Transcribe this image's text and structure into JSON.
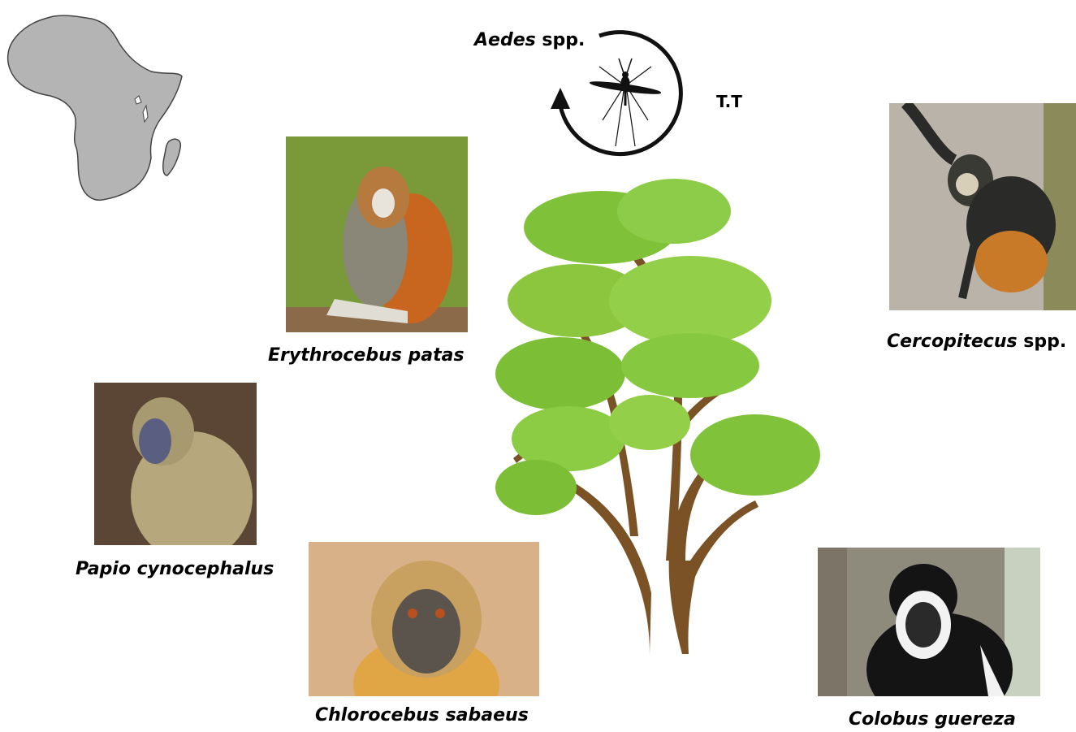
{
  "vector": {
    "genus": "Aedes",
    "suffix": " spp.",
    "cycle_label": "T.T",
    "icon": "mosquito-icon"
  },
  "map": {
    "icon": "africa-map-icon"
  },
  "tree": {
    "icon": "tree-icon"
  },
  "hosts": [
    {
      "genus": "Erythrocebus",
      "species": "patas",
      "suffix": "",
      "photo_colors": [
        "#7a9a3a",
        "#c8651e",
        "#8a8678"
      ]
    },
    {
      "genus": "Cercopitecus",
      "species": "",
      "suffix": " spp.",
      "photo_colors": [
        "#b9b3aa",
        "#2a2a28",
        "#c97a28"
      ]
    },
    {
      "genus": "Papio",
      "species": "cynocephalus",
      "suffix": "",
      "photo_colors": [
        "#5b4636",
        "#b6a77c",
        "#5a5e80"
      ]
    },
    {
      "genus": "Chlorocebus",
      "species": "sabaeus",
      "suffix": "",
      "photo_colors": [
        "#d9b188",
        "#e0a646",
        "#5a544c"
      ]
    },
    {
      "genus": "Colobus",
      "species": "guereza",
      "suffix": "",
      "photo_colors": [
        "#7c7466",
        "#141414",
        "#f2f2f2"
      ]
    }
  ]
}
